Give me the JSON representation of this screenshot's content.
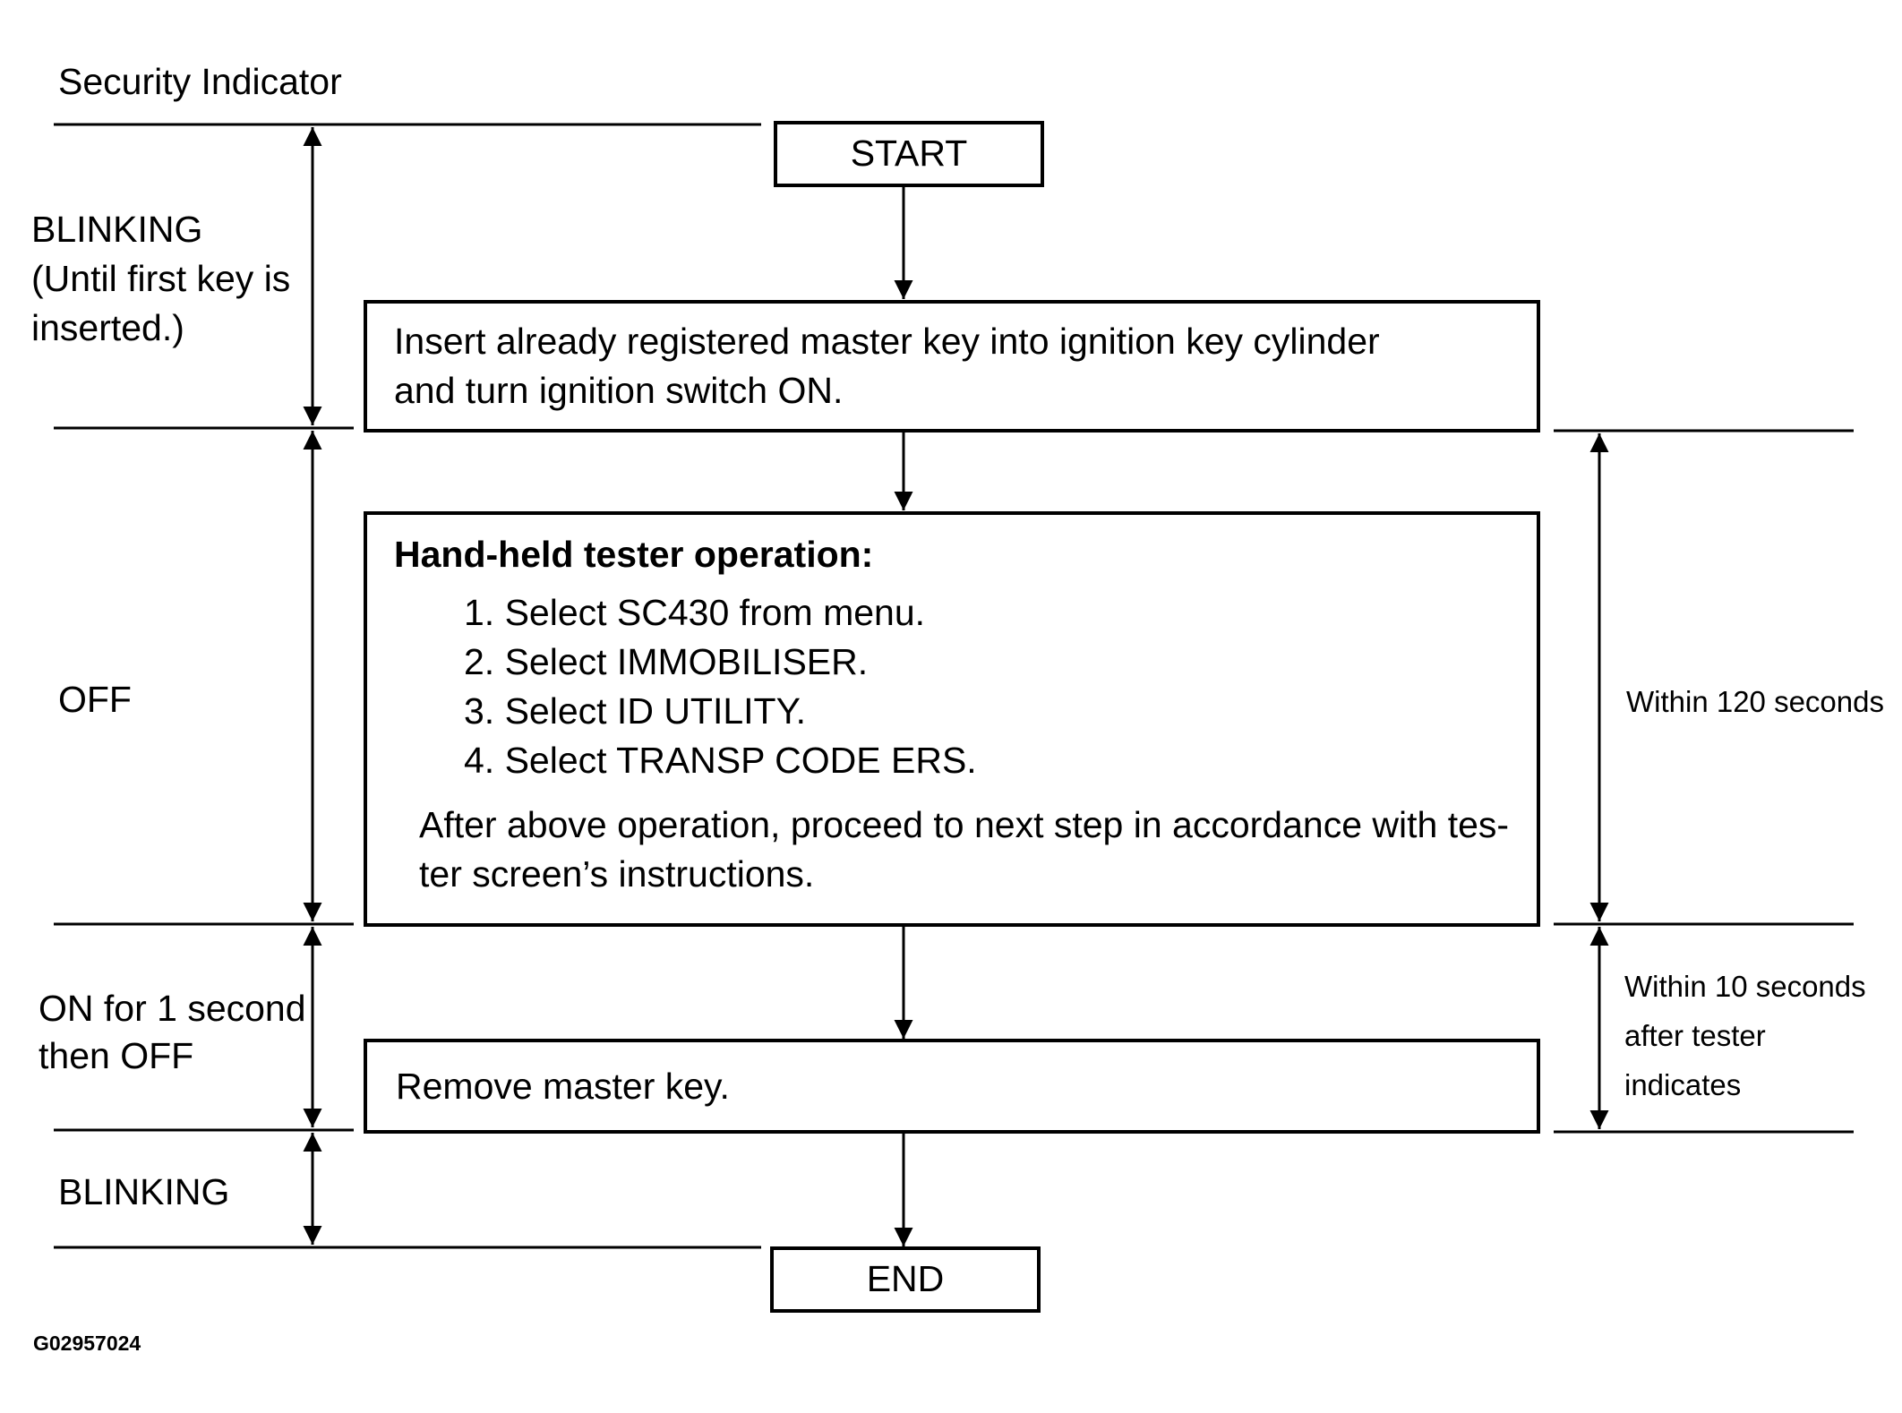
{
  "header": {
    "title": "Security Indicator"
  },
  "indicator_states": {
    "blinking_initial": [
      "BLINKING",
      "(Until first key is",
      "inserted.)"
    ],
    "off": "OFF",
    "on_then_off": [
      "ON for 1 second",
      "then OFF"
    ],
    "blinking_final": "BLINKING"
  },
  "flow": {
    "start": "START",
    "step1": [
      "Insert already registered master key into ignition key cylinder",
      "and turn ignition switch ON."
    ],
    "step2": {
      "heading": "Hand-held  tester operation:",
      "items": [
        "1. Select SC430 from menu.",
        "2. Select IMMOBILISER.",
        "3. Select ID UTILITY.",
        "4. Select TRANSP CODE ERS."
      ],
      "note": [
        "After above operation, proceed to next step in accordance with tes-",
        "ter screen’s instructions."
      ]
    },
    "step3": "Remove master key.",
    "end": "END"
  },
  "timing": {
    "within_120": "Within 120 seconds",
    "within_10": [
      "Within 10 seconds",
      "after tester",
      "indicates"
    ]
  },
  "figure_code": "G02957024",
  "colors": {
    "line": "#000000",
    "background": "#ffffff"
  }
}
